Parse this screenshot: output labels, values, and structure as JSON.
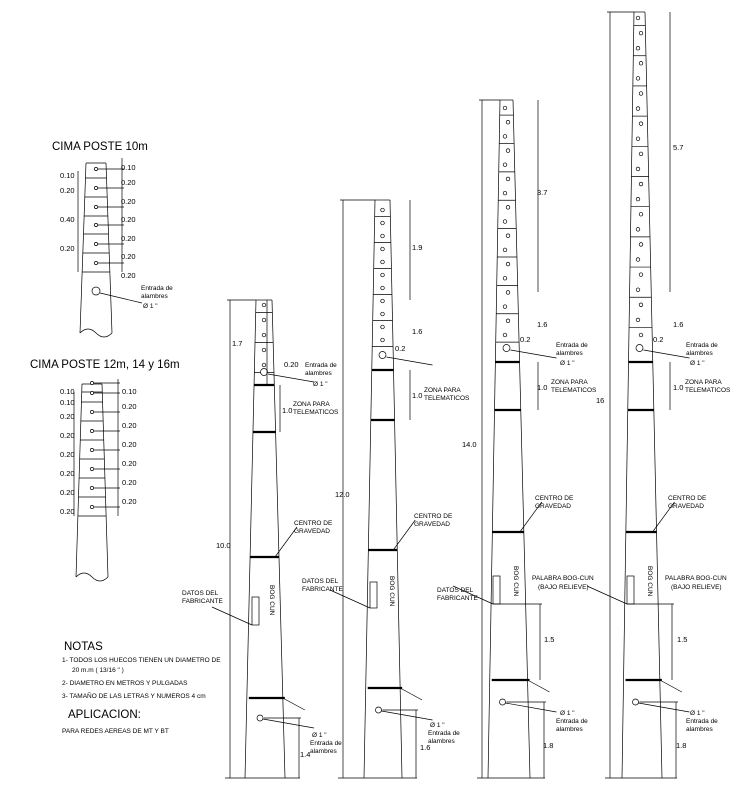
{
  "detail_10m": {
    "title": "CIMA POSTE 10m",
    "left_dims": [
      "0.10",
      "0.20",
      "0.40",
      "0.20"
    ],
    "right_dims": [
      "0.10",
      "0.20",
      "0.20",
      "0.20",
      "0.20",
      "0.20",
      "0.20"
    ],
    "entry_label_1": "Entrada de",
    "entry_label_2": "alambres",
    "entry_diameter": "Ø 1 \""
  },
  "detail_12_16m": {
    "title": "CIMA POSTE 12m, 14 y 16m",
    "left_dims": [
      "0.10",
      "0.10",
      "0.20",
      "0.20",
      "0.20",
      "0.20",
      "0.20",
      "0.20"
    ],
    "right_dims": [
      "0.10",
      "0.20",
      "0.20",
      "0.20",
      "0.20",
      "0.20",
      "0.20"
    ]
  },
  "notes": {
    "title": "NOTAS",
    "items": [
      "1- TODOS LOS HUECOS TIENEN UN DIAMETRO DE",
      "20 m.m ( 13/16 \" )",
      "2- DIAMETRO EN METROS Y PULGADAS",
      "3- TAMAÑO DE LAS LETRAS Y NUMEROS 4 cm"
    ],
    "application_title": "APLICACION:",
    "application_text": "PARA REDES AEREAS DE MT Y BT"
  },
  "labels": {
    "entrada": "Entrada de",
    "alambres": "alambres",
    "diam": "Ø 1 \"",
    "zona1": "ZONA PARA",
    "zona2": "TELEMATICOS",
    "cg1": "CENTRO DE",
    "cg2": "GRAVEDAD",
    "datos1": "DATOS DEL",
    "datos2": "FABRICANTE",
    "palabra1": "PALABRA BOG-CUN",
    "palabra2": "(BAJO RELIEVE)",
    "bogcun": "BOG CUN"
  },
  "poles": [
    {
      "height": "10.0",
      "top_dim": "1.7",
      "gap": "0.20",
      "zona": "1.0",
      "base_dim": "1.4"
    },
    {
      "height": "12.0",
      "top_dim": "1.9",
      "mid_dim": "1.6",
      "gap": "0.2",
      "zona": "1.0",
      "base_dim": "1.6"
    },
    {
      "height": "14.0",
      "top_dim": "3.7",
      "mid_dim": "1.6",
      "gap": "0.2",
      "zona": "1.0",
      "plate_dim": "1.5",
      "base_dim": "1.8"
    },
    {
      "height": "16",
      "top_dim": "5.7",
      "mid_dim": "1.6",
      "gap": "0.2",
      "zona": "1.0",
      "plate_dim": "1.5",
      "base_dim": "1.8"
    }
  ]
}
